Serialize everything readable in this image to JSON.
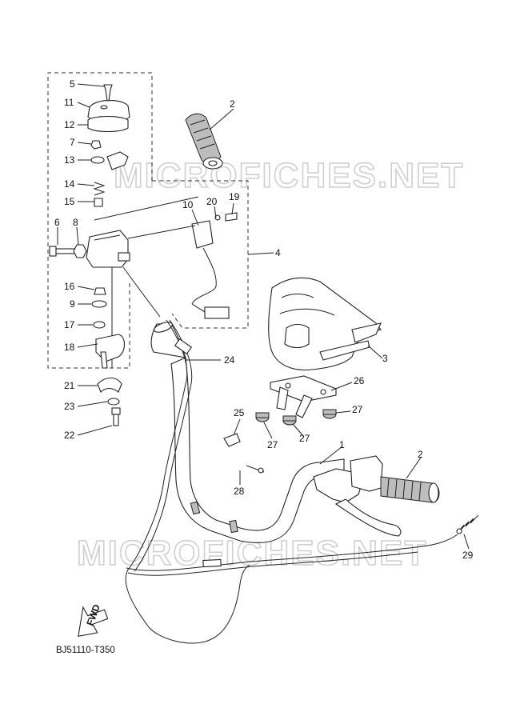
{
  "watermark": "MICROFICHES.NET",
  "diagram_code": "BJ51110-T350",
  "fwd_label": "FWD",
  "callouts": {
    "p1": "1",
    "p2a": "2",
    "p2b": "2",
    "p3": "3",
    "p4": "4",
    "p5": "5",
    "p6": "6",
    "p7": "7",
    "p8": "8",
    "p9": "9",
    "p10": "10",
    "p11": "11",
    "p12": "12",
    "p13": "13",
    "p14": "14",
    "p15": "15",
    "p16": "16",
    "p17": "17",
    "p18": "18",
    "p19": "19",
    "p20": "20",
    "p21": "21",
    "p22": "22",
    "p23": "23",
    "p24": "24",
    "p25": "25",
    "p26": "26",
    "p27a": "27",
    "p27b": "27",
    "p27c": "27",
    "p28": "28",
    "p29": "29"
  }
}
